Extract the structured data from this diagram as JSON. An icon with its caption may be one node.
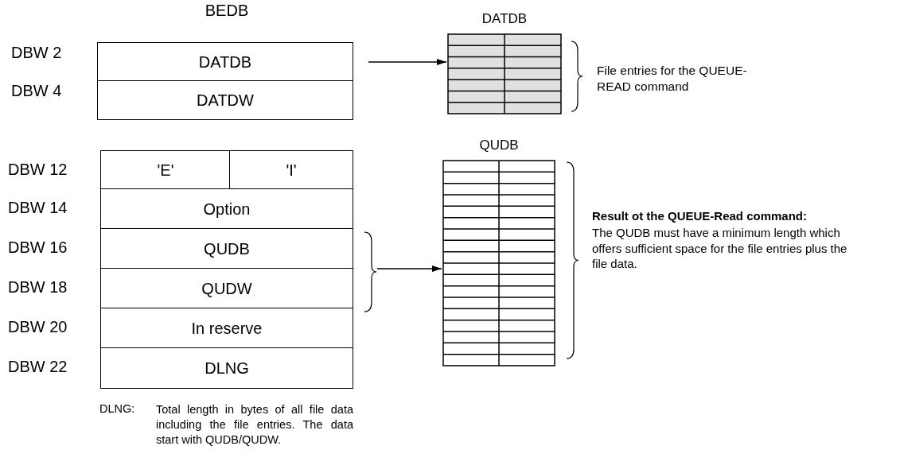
{
  "diagram": {
    "nodes": [
      {
        "text": [
          "DATDB"
        ]
      },
      {
        "text": [
          "DATDW"
        ]
      },
      {
        "text": [
          "'E'"
        ]
      },
      {
        "text": [
          "'I'"
        ]
      },
      {
        "text": [
          "Option"
        ]
      },
      {
        "text": [
          "QUDB"
        ]
      },
      {
        "text": [
          "QUDW"
        ]
      },
      {
        "text": [
          "In reserve"
        ]
      },
      {
        "text": [
          "DLNG"
        ]
      },
      {
        "text": [
          "DATDB"
        ]
      },
      {
        "text": [
          "QUDB"
        ]
      }
    ],
    "edges": [
      {
        "from": 0,
        "to": 9,
        "arrow": "to"
      },
      {
        "from": 5,
        "to": 10,
        "arrow": "to"
      },
      {
        "from": 6,
        "to": 10,
        "arrow": "to"
      }
    ],
    "labels": [
      "BEDB",
      "DBW 2",
      "DBW 4",
      "DBW 12",
      "DBW 14",
      "DBW 16",
      "DBW 18",
      "DBW 20",
      "DBW 22",
      "File entries for the QUEUE-READ command",
      "Result ot the QUEUE-Read command:",
      "The QUDB must have a minimum length which offers sufficient space for the file entries plus the file data.",
      "DLNG:",
      "Total length in bytes of all file data including the file entries. The data start with QUDB/QUDW."
    ]
  }
}
